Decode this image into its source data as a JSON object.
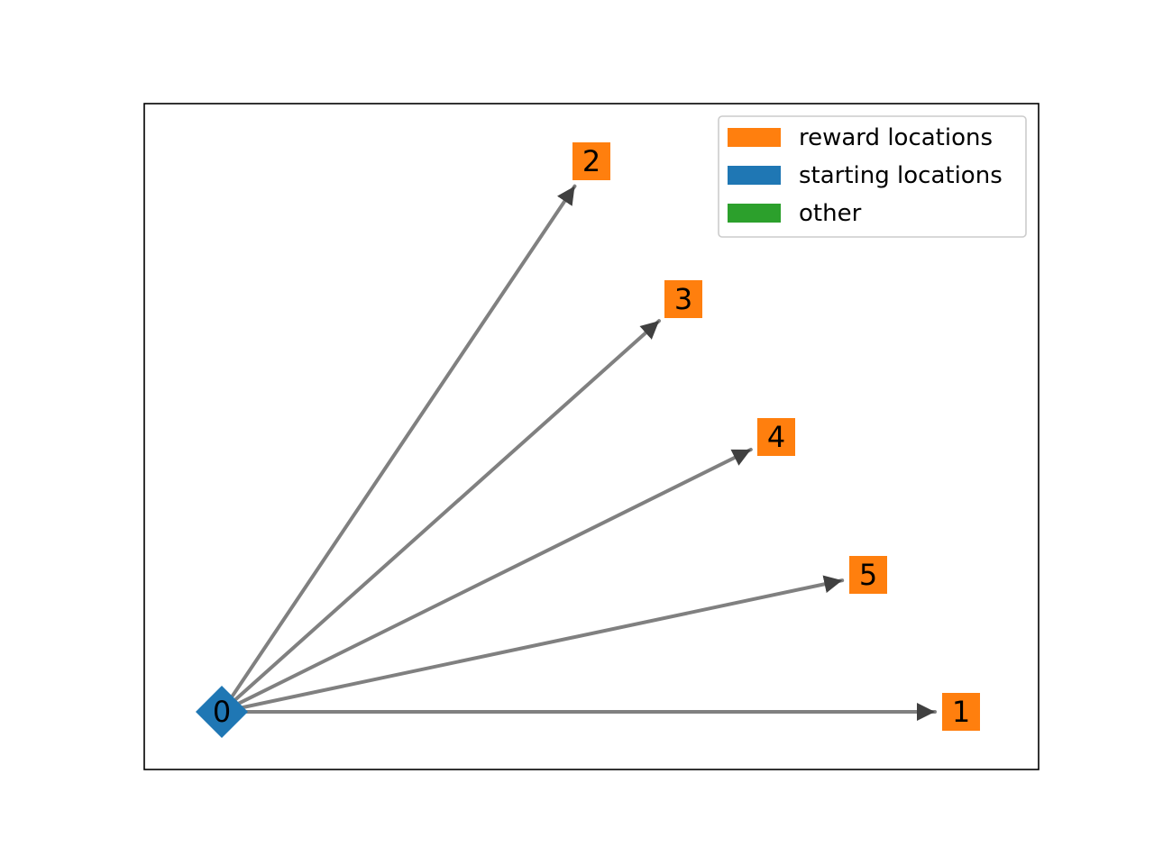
{
  "diagram": {
    "nodes": [
      {
        "id": "0",
        "label": "0",
        "type": "start",
        "shape": "diamond",
        "color": "#1f77b4"
      },
      {
        "id": "1",
        "label": "1",
        "type": "reward",
        "shape": "square",
        "color": "#ff7f0e"
      },
      {
        "id": "2",
        "label": "2",
        "type": "reward",
        "shape": "square",
        "color": "#ff7f0e"
      },
      {
        "id": "3",
        "label": "3",
        "type": "reward",
        "shape": "square",
        "color": "#ff7f0e"
      },
      {
        "id": "4",
        "label": "4",
        "type": "reward",
        "shape": "square",
        "color": "#ff7f0e"
      },
      {
        "id": "5",
        "label": "5",
        "type": "reward",
        "shape": "square",
        "color": "#ff7f0e"
      }
    ],
    "edges": [
      {
        "from": "0",
        "to": "1"
      },
      {
        "from": "0",
        "to": "2"
      },
      {
        "from": "0",
        "to": "3"
      },
      {
        "from": "0",
        "to": "4"
      },
      {
        "from": "0",
        "to": "5"
      }
    ],
    "edge_color": "#808080",
    "arrowhead_color": "#404040"
  },
  "legend": {
    "placement": "top-right",
    "items": [
      {
        "label": "reward locations",
        "color": "#ff7f0e"
      },
      {
        "label": "starting locations",
        "color": "#1f77b4"
      },
      {
        "label": "other",
        "color": "#2ca02c"
      }
    ]
  }
}
